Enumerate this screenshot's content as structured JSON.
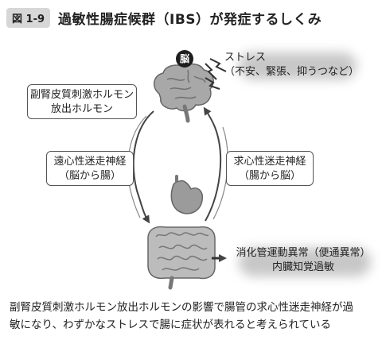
{
  "header": {
    "fig_label": "図 1-9",
    "title": "過敏性腸症候群（IBS）が発症するしくみ"
  },
  "brain_label": "脳",
  "stress": {
    "line1": "ストレス",
    "line2": "（不安、緊張、抑うつなど）"
  },
  "hormone_box": {
    "line1": "副腎皮質刺激ホルモン",
    "line2": "放出ホルモン"
  },
  "efferent_box": {
    "line1": "遠心性迷走神経",
    "line2": "（脳から腸）"
  },
  "afferent_box": {
    "line1": "求心性迷走神経",
    "line2": "（腸から脳）"
  },
  "symptoms": {
    "line1": "消化管運動異常（便通異常）",
    "line2": "内臓知覚過敏"
  },
  "caption": {
    "line1": "副腎皮質刺激ホルモン放出ホルモンの影響で腸管の求心性迷走神経が過",
    "line2": "敏になり、わずかなストレスで腸に症状が表れると考えられている"
  },
  "colors": {
    "fig_label_bg": "#d7d7d7",
    "organ_gray": "#9b9b9b",
    "stroke": "#555555"
  },
  "icons": [
    "brain-icon",
    "stomach-icon",
    "intestines-icon",
    "stress-lightning-icon"
  ]
}
